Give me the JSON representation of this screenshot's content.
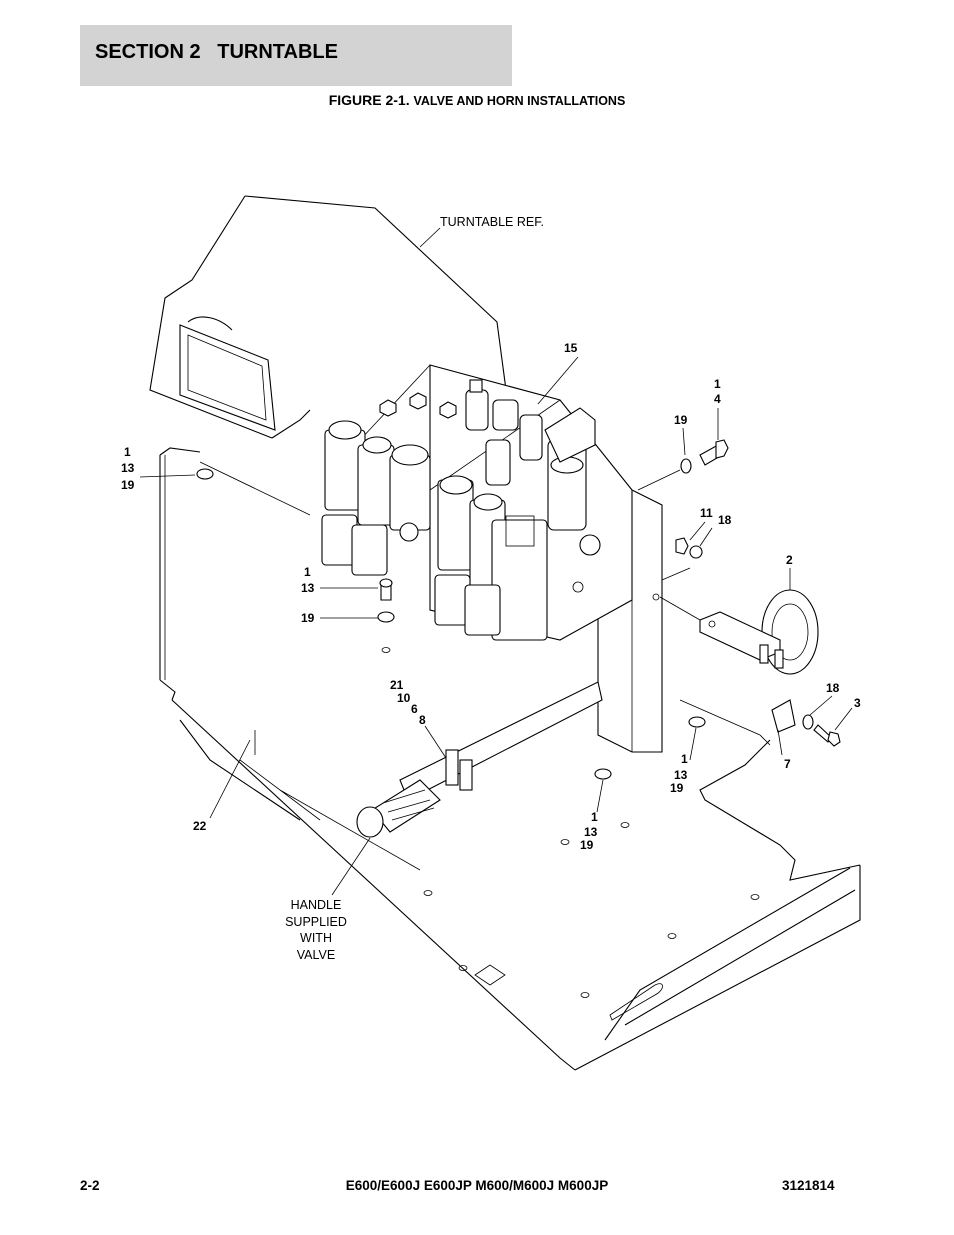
{
  "header": {
    "section_title": "SECTION 2   TURNTABLE",
    "figure_prefix": "FIGURE 2-1. ",
    "figure_name": "VALVE AND HORN INSTALLATIONS"
  },
  "drawing": {
    "notes": {
      "turntable_ref": "TURNTABLE REF.",
      "handle": [
        "HANDLE",
        "SUPPLIED",
        "WITH",
        "VALVE"
      ]
    },
    "callouts": {
      "c15": "15",
      "c1_4": [
        "1",
        "4"
      ],
      "c19_top": "19",
      "c1_13_19_left": [
        "1",
        "13",
        "19"
      ],
      "c11": "11",
      "c18_upper": "18",
      "c2": "2",
      "c1_13_mid": [
        "1",
        "13"
      ],
      "c19_mid": "19",
      "c21_10_6_8": [
        "21",
        "10",
        "6",
        "8"
      ],
      "c18_lower": "18",
      "c3": "3",
      "c1_13_19_center": [
        "1",
        "13",
        "19"
      ],
      "c7": "7",
      "c1_13_19_bottom": [
        "1",
        "13",
        "19"
      ],
      "c22": "22"
    }
  },
  "footer": {
    "page_number": "2-2",
    "models": "E600/E600J E600JP M600/M600J M600JP",
    "doc_number": "3121814"
  }
}
